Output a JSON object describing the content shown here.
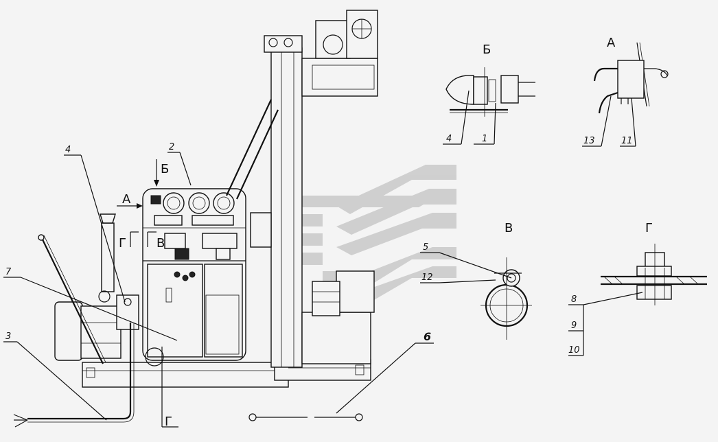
{
  "views": {
    "A": "А",
    "B": "Б",
    "V": "В",
    "G": "Г"
  },
  "callouts": {
    "c1": "1",
    "c2": "2",
    "c3": "3",
    "c4": "4",
    "c5": "5",
    "c6": "6",
    "c7": "7",
    "c8": "8",
    "c9": "9",
    "c10": "10",
    "c11": "11",
    "c12": "12",
    "c13": "13"
  },
  "colors": {
    "line": "#111111",
    "background": "#f4f4f4",
    "watermark": "#c9c9c9"
  }
}
